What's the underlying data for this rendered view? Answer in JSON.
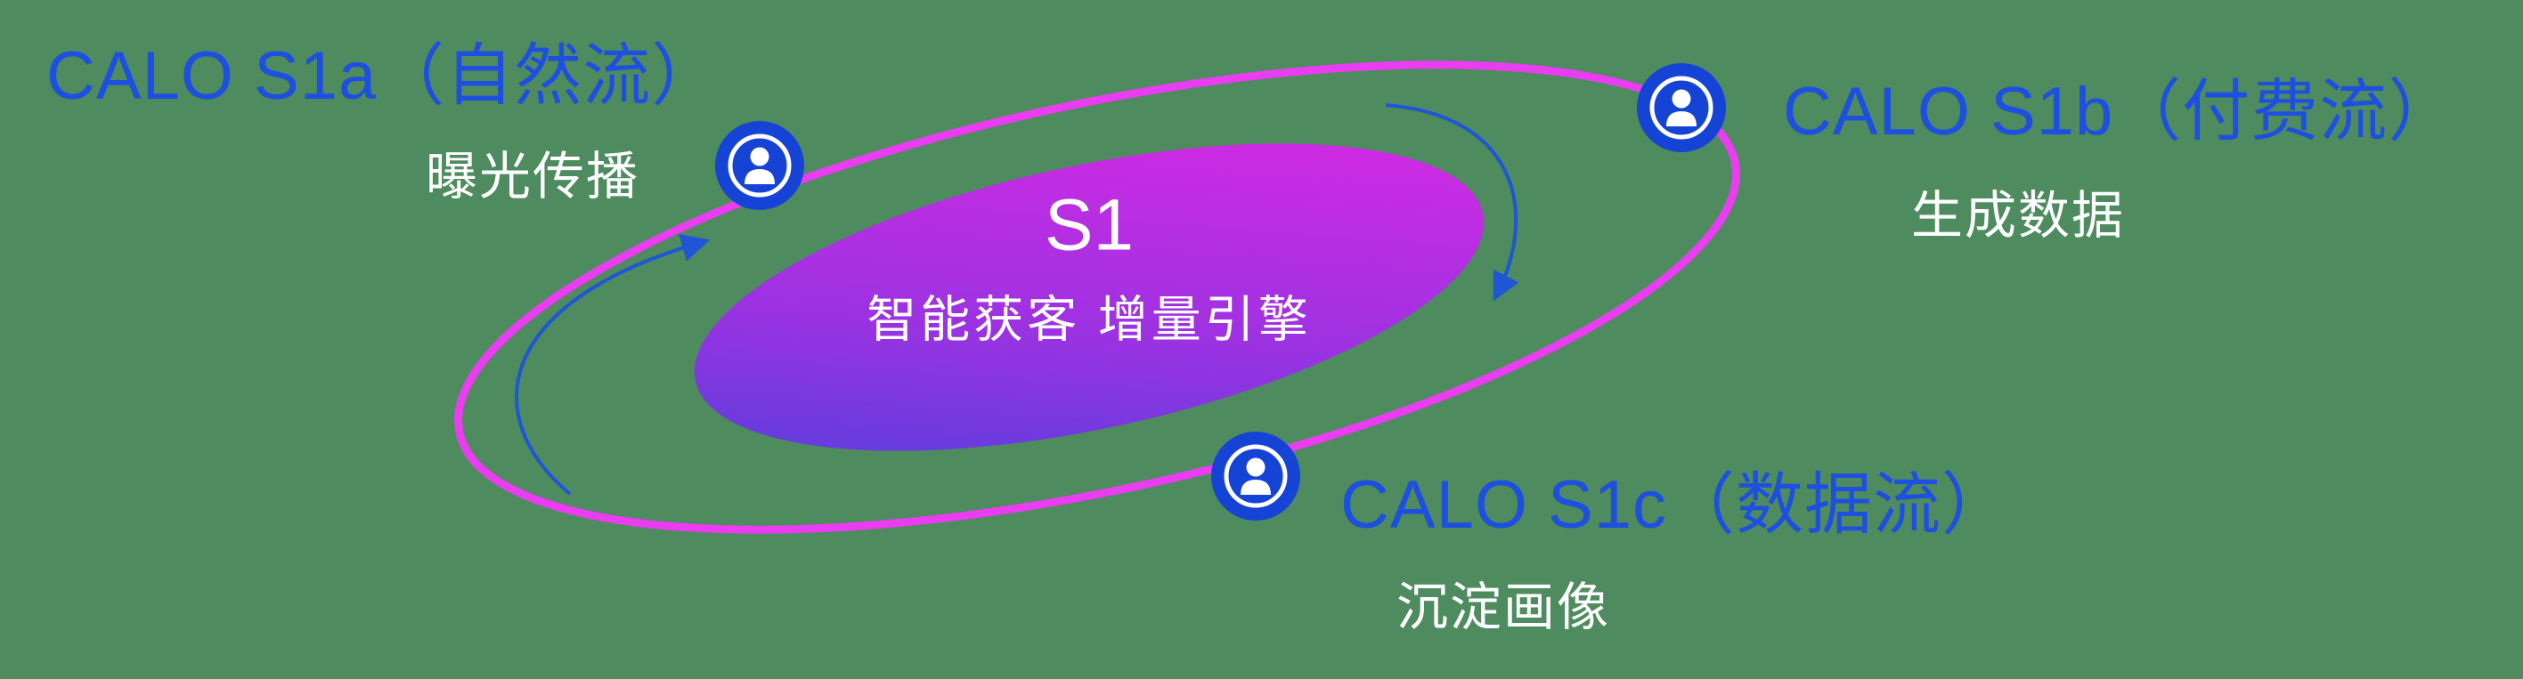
{
  "background": {
    "color": "#4e8b5e"
  },
  "colors": {
    "label_blue": "#1d4fe0",
    "subtitle_white": "#ffffff",
    "orbit_ring_magenta": "#ea3df2",
    "icon_blue": "#1443d6",
    "arrow_blue": "#1e56d6",
    "core_gradient_start": "#4b41da",
    "core_gradient_end": "#d929e3"
  },
  "center": {
    "title": "S1",
    "subtitle": "智能获客  增量引擎"
  },
  "nodes": [
    {
      "id": "s1a",
      "title": "CALO S1a（自然流）",
      "subtitle": "曝光传播",
      "icon": "user-icon"
    },
    {
      "id": "s1b",
      "title": "CALO S1b（付费流）",
      "subtitle": "生成数据",
      "icon": "user-icon"
    },
    {
      "id": "s1c",
      "title": "CALO S1c（数据流）",
      "subtitle": "沉淀画像",
      "icon": "user-icon"
    }
  ]
}
